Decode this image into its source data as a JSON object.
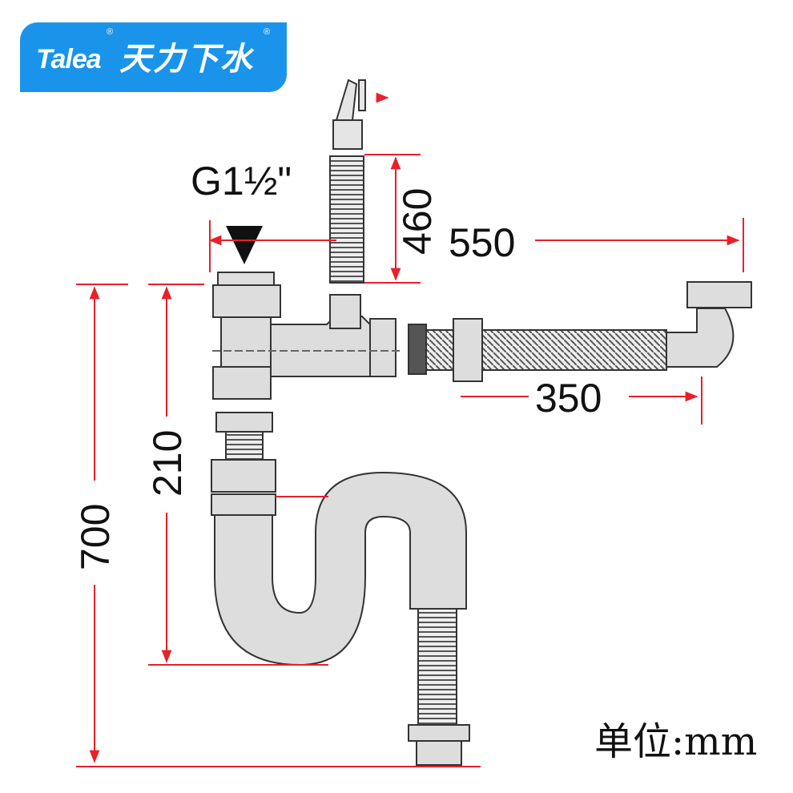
{
  "logo": {
    "brand": "Talea",
    "name_cn": "天力下水",
    "reg": "®"
  },
  "labels": {
    "thread": "G1½\"",
    "dim_550": "550",
    "dim_460": "460",
    "dim_350": "350",
    "dim_700": "700",
    "dim_210": "210",
    "unit": "单位:mm"
  },
  "colors": {
    "dimension": "#e8202a",
    "logo_bg": "#1994ea",
    "pipe": "#d9d9d9"
  }
}
